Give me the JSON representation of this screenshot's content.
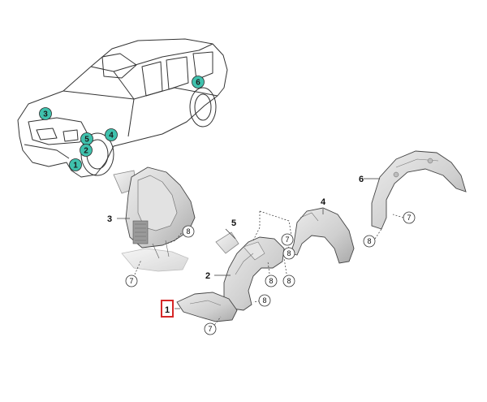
{
  "vehicle_markers": [
    "1",
    "2",
    "3",
    "4",
    "5",
    "6"
  ],
  "part_callouts": {
    "p1": "1",
    "p2": "2",
    "p3": "3",
    "p4": "4",
    "p5": "5",
    "p6": "6"
  },
  "fastener_refs": {
    "r7": "7",
    "r8": "8"
  },
  "colors": {
    "teal_marker": "#3fc1ad",
    "highlight_box": "#d62828",
    "part_fill": "#d6d6d6",
    "outline": "#333333"
  }
}
